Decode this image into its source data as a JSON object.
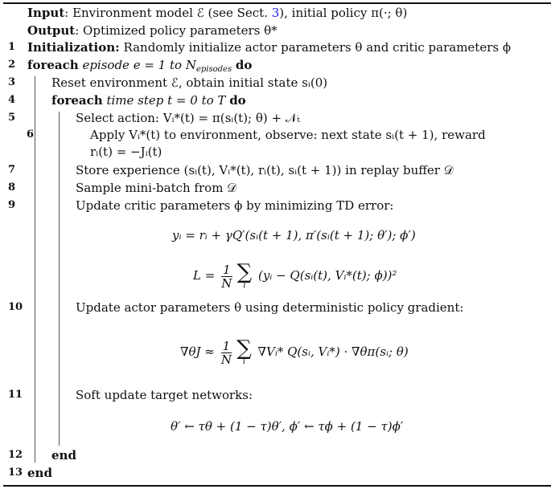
{
  "algorithm": {
    "input_label": "Input",
    "input_text": ": Environment model ℰ (see Sect. ",
    "input_ref": "3",
    "input_tail": "), initial policy π(·; θ)",
    "output_label": "Output",
    "output_text": ": Optimized policy parameters θ*",
    "lines": [
      {
        "num": "1",
        "bold": "Initialization:",
        "text": " Randomly initialize actor parameters θ and critic parameters ϕ"
      },
      {
        "num": "2",
        "kw": "foreach",
        "text": "episode e = 1 to N",
        "sub": "episodes",
        "kw2": "do"
      },
      {
        "num": "3",
        "text": "Reset environment ℰ, obtain initial state s"
      },
      {
        "num": "4",
        "kw": "foreach",
        "text": "time step t = 0 to T",
        "kw2": "do"
      },
      {
        "num": "5",
        "text": "Select action: V"
      },
      {
        "num": "6",
        "text": "Apply V",
        "text2": "r"
      },
      {
        "num": "7",
        "text": "Store experience (s"
      },
      {
        "num": "8",
        "text": "Sample mini-batch from 𝒟"
      },
      {
        "num": "9",
        "text": "Update critic parameters ϕ by minimizing TD error:"
      },
      {
        "num": "10",
        "text": "Update actor parameters θ using deterministic policy gradient:"
      },
      {
        "num": "11",
        "text": "Soft update target networks:"
      },
      {
        "num": "12",
        "kw": "end"
      },
      {
        "num": "13",
        "kw": "end"
      }
    ],
    "line3_full": "Reset environment ℰ, obtain initial state sᵢ(0)",
    "line5_full": "Select action: Vᵢ*(t) = π(sᵢ(t); θ) + 𝒩ₜ",
    "line6_full_a": "Apply Vᵢ*(t) to environment, observe: next state sᵢ(t + 1), reward",
    "line6_full_b": "rᵢ(t) = −Jᵢ(t)",
    "line7_full": "Store experience (sᵢ(t), Vᵢ*(t), rᵢ(t), sᵢ(t + 1)) in replay buffer 𝒟",
    "eq_y": "yᵢ = rᵢ + γQ′(sᵢ(t + 1), π′(sᵢ(t + 1); θ′); ϕ′)",
    "eq_L_left": "L =",
    "eq_L_right": "(yᵢ − Q(sᵢ(t), Vᵢ*(t); ϕ))²",
    "eq_grad_left": "∇θJ ≈",
    "eq_grad_right": "∇Vᵢ* Q(sᵢ, Vᵢ*) · ∇θπ(sᵢ; θ)",
    "eq_soft": "θ′ ← τθ + (1 − τ)θ′,    ϕ′ ← τϕ + (1 − τ)ϕ′",
    "frac_num": "1",
    "frac_den": "N",
    "sum_symbol": "∑",
    "sum_index": "i"
  }
}
